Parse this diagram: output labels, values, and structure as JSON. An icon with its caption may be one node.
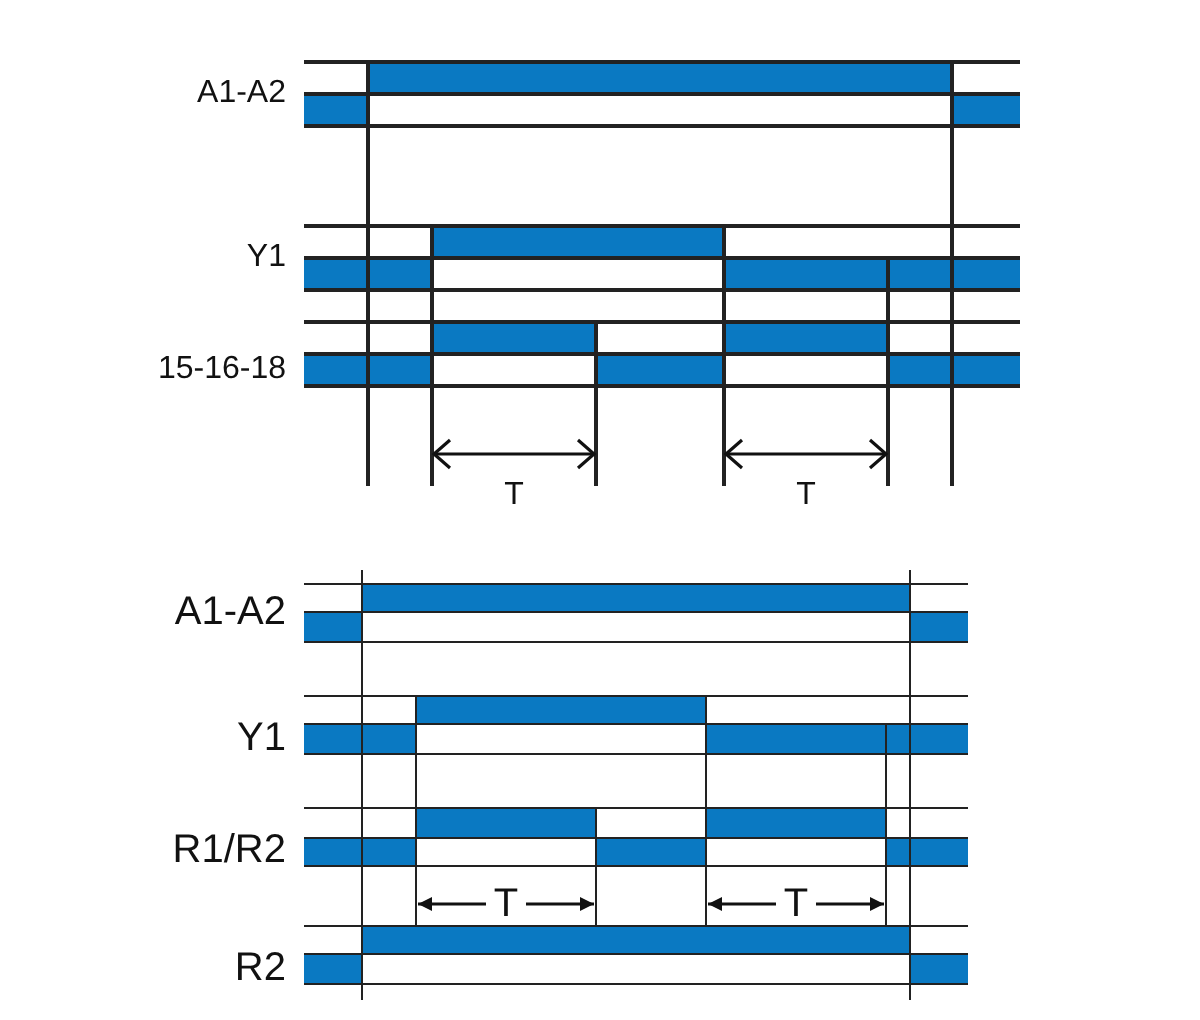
{
  "diagram": {
    "labels": [
      "A1-A2",
      "Y1",
      "15-16-18",
      "T",
      "T",
      "A1-A2",
      "Y1",
      "R1/R2",
      "T",
      "T",
      "R2"
    ]
  }
}
